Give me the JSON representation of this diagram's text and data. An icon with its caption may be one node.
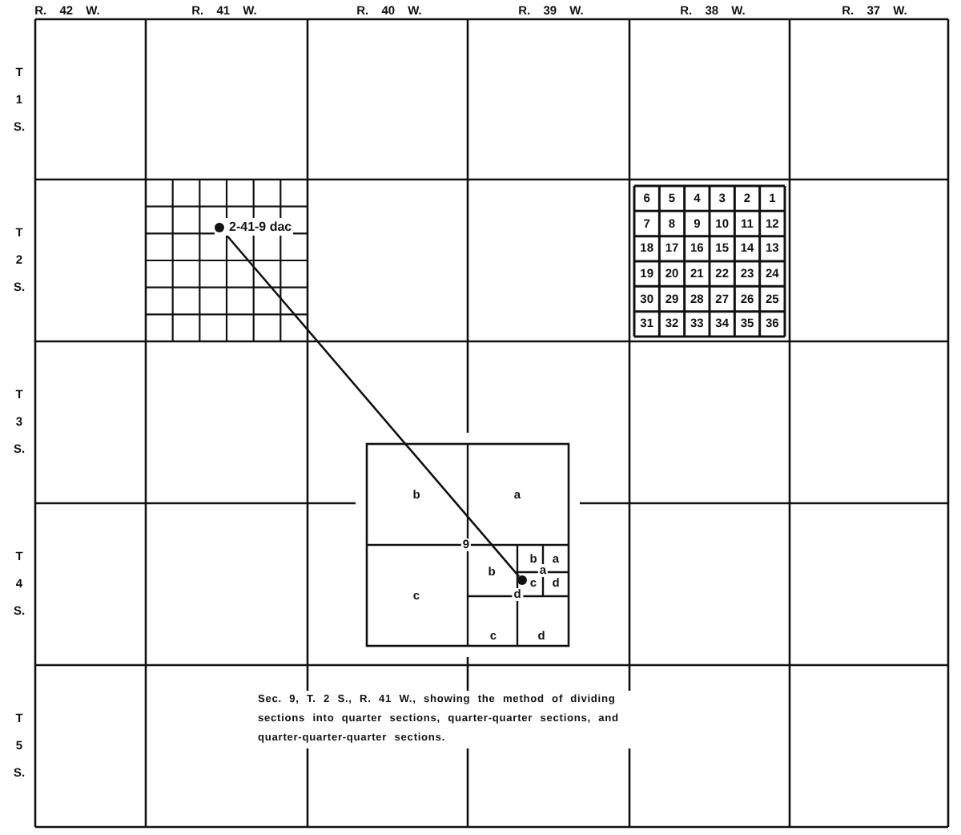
{
  "diagram": {
    "caption": "Sec. 9, T. 2 S., R. 41 W., showing the method of dividing sections into quarter sections, quarter-quarter sections, and quarter-quarter-quarter sections.",
    "nodes": [
      {
        "text": [
          "2-41-9 dac"
        ]
      },
      {
        "text": [],
        "shape": "circle"
      }
    ],
    "edges": [
      {
        "from": 0,
        "to": 1,
        "arrow": "none"
      }
    ],
    "labels": [
      "R. 42 W.",
      "R. 41 W.",
      "R. 40 W.",
      "R. 39 W.",
      "R. 38 W.",
      "R. 37 W.",
      "T 1 S.",
      "T 2 S.",
      "6",
      "5",
      "4",
      "3",
      "2",
      "1",
      "7",
      "8",
      "9",
      "10",
      "11",
      "12",
      "18",
      "17",
      "16",
      "15",
      "14",
      "13",
      "19",
      "20",
      "21",
      "22",
      "23",
      "24",
      "30",
      "29",
      "28",
      "27",
      "26",
      "25",
      "31",
      "32",
      "33",
      "34",
      "35",
      "36",
      "T 3 S.",
      "T 4 S.",
      "b",
      "a",
      "9",
      "b",
      "a",
      "b",
      "a",
      "c",
      "d",
      "c",
      "d",
      "c",
      "d",
      "T 5 S."
    ]
  }
}
